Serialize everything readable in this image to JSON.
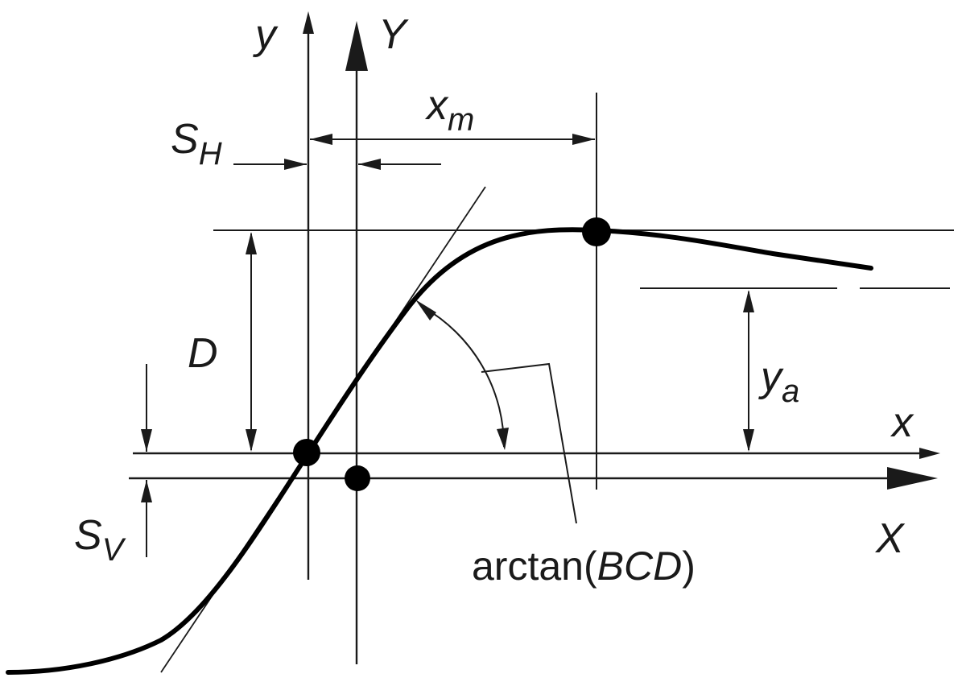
{
  "labels": {
    "y_small": "y",
    "y_big": "Y",
    "x_small": "x",
    "x_big": "X",
    "x_m_base": "x",
    "x_m_sub": "m",
    "s_h_base": "S",
    "s_h_sub": "H",
    "s_v_base": "S",
    "s_v_sub": "V",
    "d": "D",
    "y_a_base": "y",
    "y_a_sub": "a",
    "arctan_prefix": "arctan(",
    "arctan_arg": "BCD",
    "arctan_suffix": ")"
  },
  "colors": {
    "ink": "#1a1a1a",
    "curve": "#000000",
    "background": "#ffffff"
  }
}
